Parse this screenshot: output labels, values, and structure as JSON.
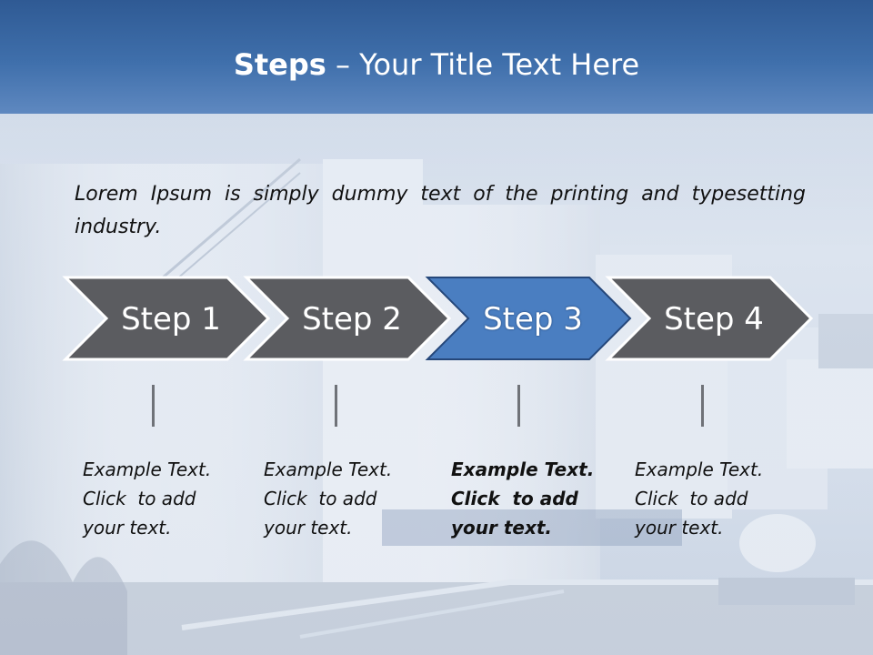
{
  "title": {
    "bold_part": "Steps",
    "rest_part": " – Your Title Text Here"
  },
  "intro_text": "Lorem Ipsum is simply dummy text of the printing and typesetting industry.",
  "steps": [
    {
      "label": "Step 1",
      "active": false
    },
    {
      "label": "Step 2",
      "active": false
    },
    {
      "label": "Step 3",
      "active": true
    },
    {
      "label": "Step 4",
      "active": false
    }
  ],
  "notes": [
    {
      "line1": "Example Text.",
      "line2": "Click  to add",
      "line3": "your text."
    },
    {
      "line1": "Example Text.",
      "line2": "Click  to add",
      "line3": "your text."
    },
    {
      "line1": "Example Text.",
      "line2": "Click  to add",
      "line3": "your text."
    },
    {
      "line1": "Example Text.",
      "line2": "Click  to add",
      "line3": "your text."
    }
  ],
  "colors": {
    "arrow_default": "#5b5c60",
    "arrow_active": "#4a7ec1",
    "arrow_border": "#ffffff",
    "title_text": "#ffffff"
  }
}
